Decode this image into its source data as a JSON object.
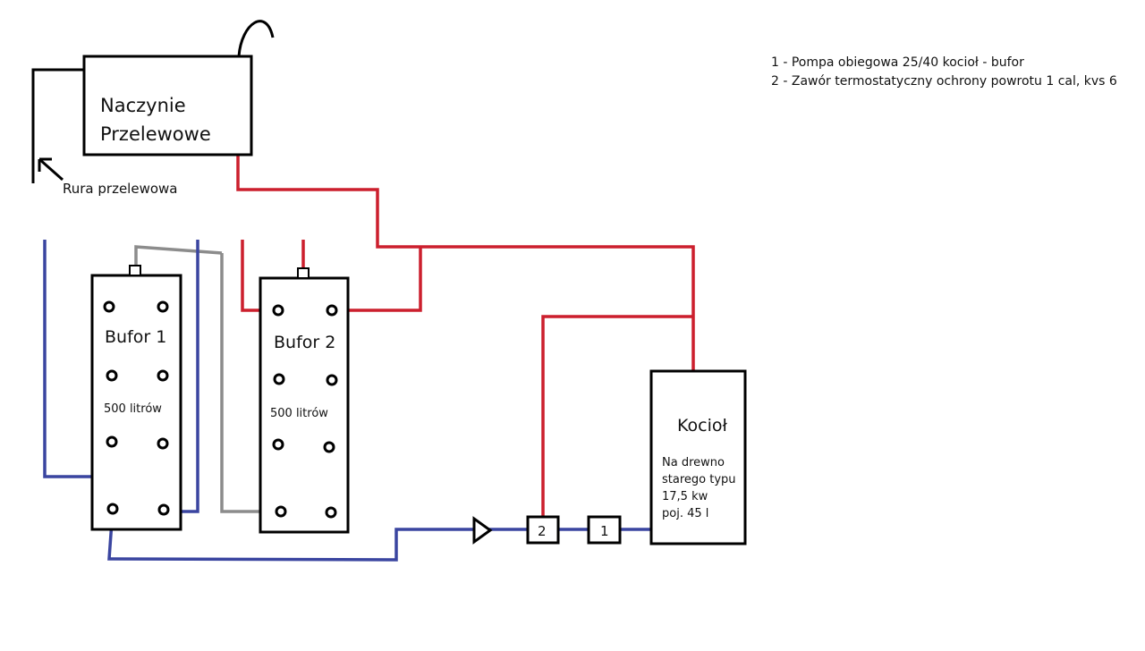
{
  "legend": {
    "line1": "1 - Pompa obiegowa 25/40 kocioł - bufor",
    "line2": "2 - Zawór termostatyczny ochrony powrotu 1 cal, kvs 6"
  },
  "expansion_vessel": {
    "line1": "Naczynie",
    "line2": "Przelewowe"
  },
  "overflow_pipe_label": "Rura przelewowa",
  "buffer1": {
    "title": "Bufor 1",
    "capacity": "500 litrów"
  },
  "buffer2": {
    "title": "Bufor 2",
    "capacity": "500 litrów"
  },
  "boiler": {
    "title": "Kocioł",
    "line1": "Na drewno",
    "line2": "starego typu",
    "line3": "17,5 kw",
    "line4": "poj. 45 l"
  },
  "component1_label": "1",
  "component2_label": "2",
  "colors": {
    "supply_pipe": "#cc1f2d",
    "return_pipe": "#3a45a0",
    "link_pipe": "#8c8c8c",
    "outline": "#000000"
  }
}
